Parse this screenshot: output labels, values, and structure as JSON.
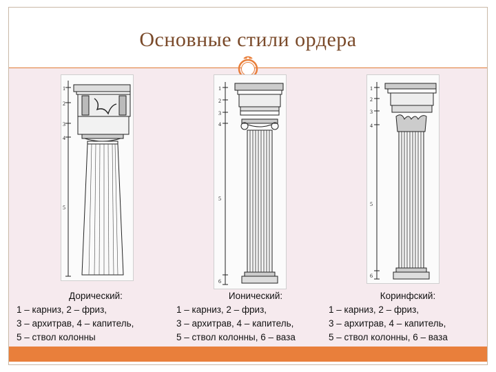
{
  "slide": {
    "title": "Основные стили ордера"
  },
  "orders": [
    {
      "name": "Дорический:",
      "line1": "1 – карниз, 2 – фриз,",
      "line2": "3 – архитрав, 4 – капитель,",
      "line3": "5 – ствол колонны",
      "scale_labels": [
        "1",
        "2",
        "3",
        "4",
        "5"
      ]
    },
    {
      "name": "Ионический:",
      "line1": "1 – карниз, 2 – фриз,",
      "line2": "3 – архитрав, 4 – капитель,",
      "line3": "5 – ствол колонны, 6 – ваза",
      "scale_labels": [
        "1",
        "2",
        "3",
        "4",
        "5",
        "6"
      ]
    },
    {
      "name": "Коринфский:",
      "line1": "1 – карниз, 2 – фриз,",
      "line2": "3 – архитрав, 4 – капитель,",
      "line3": "5 – ствол колонны, 6 – ваза",
      "scale_labels": [
        "1",
        "2",
        "3",
        "4",
        "5",
        "6"
      ]
    }
  ],
  "colors": {
    "accent": "#e97f3b",
    "title": "#7a4a2a",
    "content_bg": "#f6eaee"
  }
}
